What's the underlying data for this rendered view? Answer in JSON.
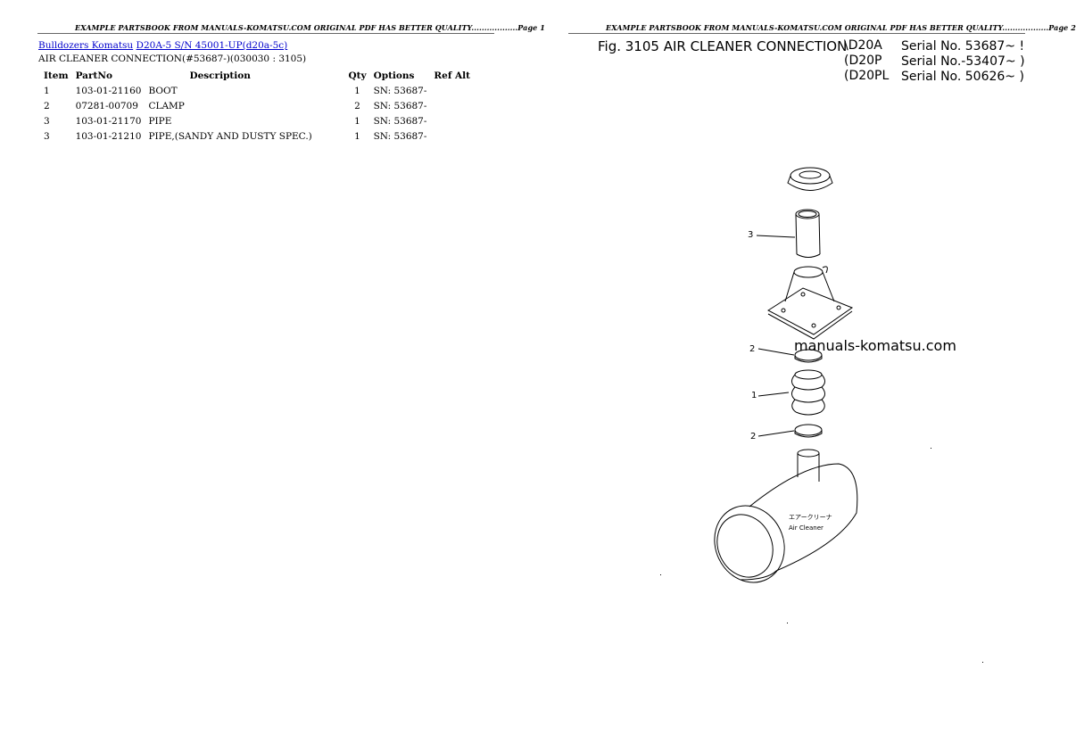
{
  "page1": {
    "header": "EXAMPLE PARTSBOOK FROM MANUALS-KOMATSU.COM ORIGINAL PDF HAS BETTER QUALITY..................Page 1",
    "breadcrumb": {
      "link1": "Bulldozers Komatsu",
      "link2": "D20A-5 S/N 45001-UP(d20a-5c)"
    },
    "subtitle": "AIR CLEANER CONNECTION(#53687-)(030030 : 3105)",
    "table": {
      "headers": [
        "Item",
        "PartNo",
        "Description",
        "Qty",
        "Options",
        "Ref Alt"
      ],
      "rows": [
        {
          "item": "1",
          "partno": "103-01-21160",
          "description": "BOOT",
          "qty": "1",
          "options": "SN: 53687-"
        },
        {
          "item": "2",
          "partno": "07281-00709",
          "description": "CLAMP",
          "qty": "2",
          "options": "SN: 53687-"
        },
        {
          "item": "3",
          "partno": "103-01-21170",
          "description": "PIPE",
          "qty": "1",
          "options": "SN: 53687-"
        },
        {
          "item": "3",
          "partno": "103-01-21210",
          "description": "PIPE,(SANDY AND DUSTY SPEC.)",
          "qty": "1",
          "options": "SN: 53687-"
        }
      ]
    }
  },
  "page2": {
    "header": "EXAMPLE PARTSBOOK FROM MANUALS-KOMATSU.COM ORIGINAL PDF HAS BETTER QUALITY..................Page 2",
    "figure": {
      "title": "Fig. 3105 AIR CLEANER CONNECTION",
      "models": [
        {
          "model": "\\D20A",
          "serial": "Serial No. 53687~ !"
        },
        {
          "model": "(D20P",
          "serial": "Serial No.-53407~ )"
        },
        {
          "model": "(D20PL",
          "serial": "Serial No. 50626~ )"
        }
      ],
      "callouts": [
        "3",
        "2",
        "1",
        "2"
      ],
      "cleaner_label_jp": "エアークリーナ",
      "cleaner_label_en": "Air Cleaner"
    },
    "watermark": "manuals-komatsu.com"
  }
}
